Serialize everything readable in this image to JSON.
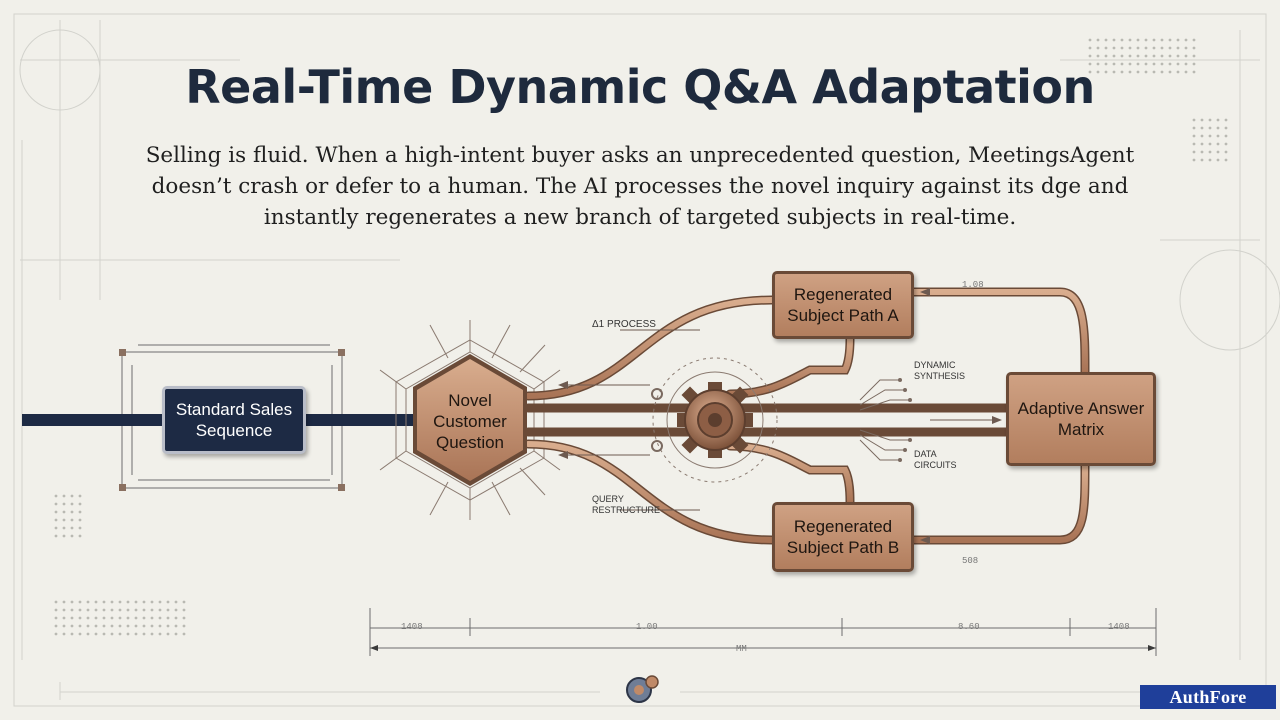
{
  "title": "Real-Time Dynamic Q&A Adaptation",
  "description": "Selling is fluid. When a high-intent buyer asks an unprecedented question, MeetingsAgent doesn’t crash or defer to a human. The AI processes the novel inquiry against its dge and instantly regenerates a new branch of targeted subjects in real-time.",
  "nodes": {
    "standard": "Standard Sales Sequence",
    "novel": "Novel Customer Question",
    "path_a": "Regenerated Subject Path A",
    "path_b": "Regenerated Subject Path B",
    "matrix": "Adaptive Answer Matrix"
  },
  "labels": {
    "process": "Δ1 PROCESS",
    "dynamic": "DYNAMIC SYNTHESIS",
    "data": "DATA CIRCUITS",
    "query": "QUERY RESTRUCTURE"
  },
  "measurements": {
    "m1": "1408",
    "m2": "1.00",
    "m3": "8.60",
    "m4": "1408",
    "m5": "MM",
    "m6": "1.08",
    "m7": "508"
  },
  "brand": "AuthFore",
  "icons": {
    "gear_center": "gear-icon",
    "gear_footer": "gear-icon"
  },
  "colors": {
    "navy": "#1d2a44",
    "copper": "#b98666",
    "background": "#f1f0ea",
    "brand": "#1f3f9a"
  }
}
